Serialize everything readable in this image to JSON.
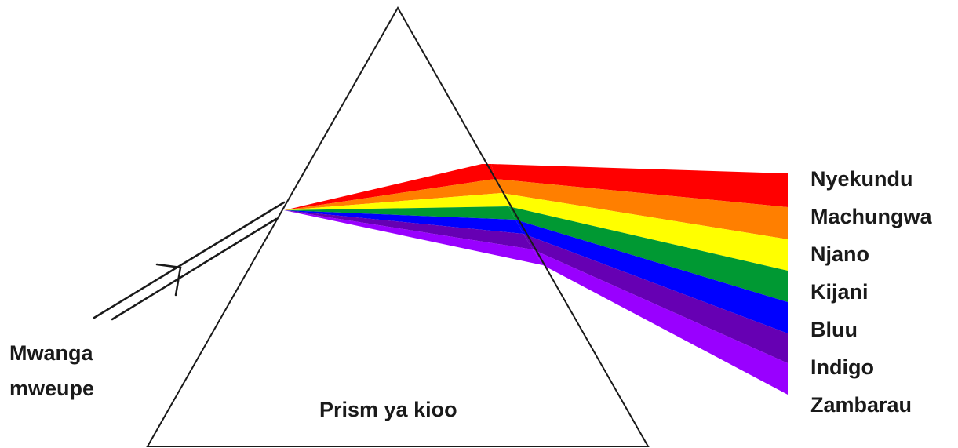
{
  "light_label": [
    "Mwanga",
    "mweupe"
  ],
  "prism_label": "Prism ya kioo",
  "bands": [
    {
      "name": "Nyekundu",
      "color": "#ff0000"
    },
    {
      "name": "Machungwa",
      "color": "#ff7f00"
    },
    {
      "name": "Njano",
      "color": "#ffff00"
    },
    {
      "name": "Kijani",
      "color": "#009933"
    },
    {
      "name": "Bluu",
      "color": "#0000ff"
    },
    {
      "name": "Indigo",
      "color": "#6600b3"
    },
    {
      "name": "Zambarau",
      "color": "#9900ff"
    }
  ]
}
